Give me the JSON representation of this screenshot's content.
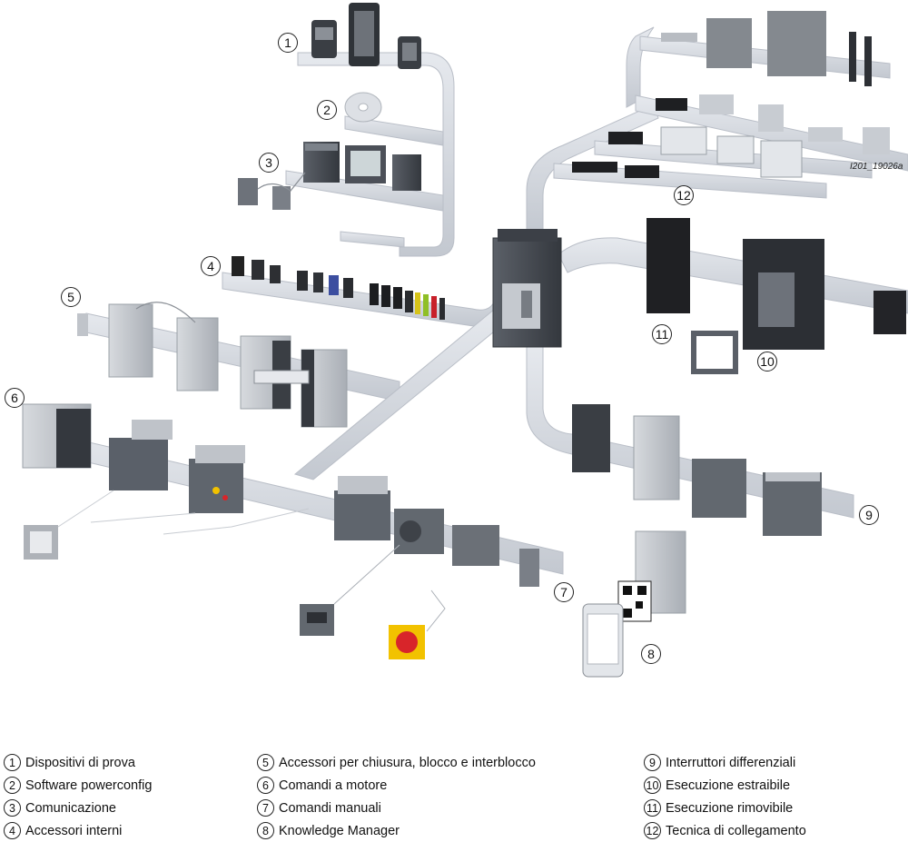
{
  "figure": {
    "reference_code": "I201_19026a",
    "callouts": [
      "1",
      "2",
      "3",
      "4",
      "5",
      "6",
      "7",
      "8",
      "9",
      "10",
      "11",
      "12"
    ]
  },
  "legend": {
    "columns": [
      [
        {
          "num": "1",
          "label": "Dispositivi di prova"
        },
        {
          "num": "2",
          "label": "Software powerconfig"
        },
        {
          "num": "3",
          "label": "Comunicazione"
        },
        {
          "num": "4",
          "label": "Accessori interni"
        }
      ],
      [
        {
          "num": "5",
          "label": "Accessori per chiusura, blocco e interblocco"
        },
        {
          "num": "6",
          "label": "Comandi a motore"
        },
        {
          "num": "7",
          "label": "Comandi manuali"
        },
        {
          "num": "8",
          "label": "Knowledge Manager"
        }
      ],
      [
        {
          "num": "9",
          "label": "Interruttori differenziali"
        },
        {
          "num": "10",
          "label": "Esecuzione estraibile"
        },
        {
          "num": "11",
          "label": "Esecuzione rimovibile"
        },
        {
          "num": "12",
          "label": "Tecnica di collegamento"
        }
      ]
    ]
  },
  "colors": {
    "rail": "#d4d8df",
    "rail_edge": "#b9bec7",
    "device_gray": "#bfc3c9",
    "device_dark": "#4a4f57",
    "device_black": "#1e1f22",
    "handle_red": "#d8252a",
    "handle_yellow": "#f2c200"
  }
}
